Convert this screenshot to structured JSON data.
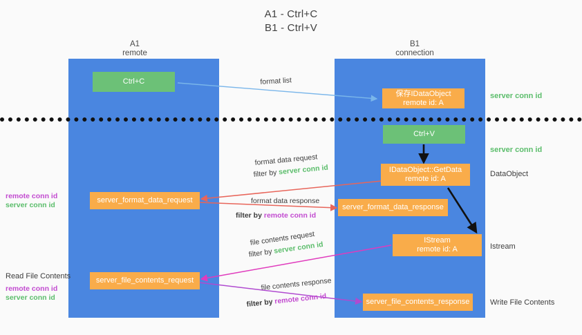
{
  "title": {
    "line1": "A1 - Ctrl+C",
    "line2": "B1 - Ctrl+V"
  },
  "colors": {
    "lane": "#4a86e0",
    "green_box": "#6cc177",
    "orange_box": "#f9ac4a",
    "green_text": "#5bbd6b",
    "purple_text": "#c24bd0",
    "arrow_blue": "#7ab6ea",
    "arrow_red": "#e8655a",
    "arrow_magenta": "#e03bbd",
    "arrow_purple": "#b04ad0",
    "arrow_black": "#111111",
    "divider": "#111111"
  },
  "lanes": [
    {
      "id": "a1",
      "title": "A1",
      "subtitle": "remote"
    },
    {
      "id": "b1",
      "title": "B1",
      "subtitle": "connection"
    }
  ],
  "boxes": [
    {
      "id": "ctrl_c",
      "kind": "green",
      "line1": "Ctrl+C",
      "line2": ""
    },
    {
      "id": "save_idataobject",
      "kind": "orange",
      "line1": "保存IDataObject",
      "line2": "remote id: A"
    },
    {
      "id": "ctrl_v",
      "kind": "green",
      "line1": "Ctrl+V",
      "line2": ""
    },
    {
      "id": "getdata",
      "kind": "orange",
      "line1": "IDataObject::GetData",
      "line2": "remote id: A"
    },
    {
      "id": "sfdreq",
      "kind": "orange",
      "line1": "server_format_data_request",
      "line2": ""
    },
    {
      "id": "sfdres",
      "kind": "orange",
      "line1": "server_format_data_response",
      "line2": ""
    },
    {
      "id": "istream",
      "kind": "orange",
      "line1": "IStream",
      "line2": "remote id: A"
    },
    {
      "id": "sfcreq",
      "kind": "orange",
      "line1": "server_file_contents_request",
      "line2": ""
    },
    {
      "id": "sfcres",
      "kind": "orange",
      "line1": "server_file_contents_response",
      "line2": ""
    }
  ],
  "edge_labels": {
    "format_list": "format list",
    "format_data_request": "format data request",
    "format_data_response": "format data response",
    "file_contents_request": "file contents request",
    "file_contents_response": "file contents response",
    "filter_by": "filter by",
    "server_conn_id": "server conn id",
    "remote_conn_id": "remote conn id"
  },
  "right_annotations": [
    {
      "id": "server_conn_id_top",
      "text": "server conn id",
      "style": "green"
    },
    {
      "id": "server_conn_id_mid",
      "text": "server conn id",
      "style": "green"
    },
    {
      "id": "dataobject",
      "text": "DataObject",
      "style": "plain"
    },
    {
      "id": "istream_label",
      "text": "Istream",
      "style": "plain"
    },
    {
      "id": "write_file_contents",
      "text": "Write File Contents",
      "style": "plain"
    }
  ],
  "left_annotations": {
    "group1": {
      "remote": "remote conn id",
      "server": "server conn id"
    },
    "read_file_contents": "Read File Contents",
    "group2": {
      "remote": "remote conn id",
      "server": "server conn id"
    }
  }
}
